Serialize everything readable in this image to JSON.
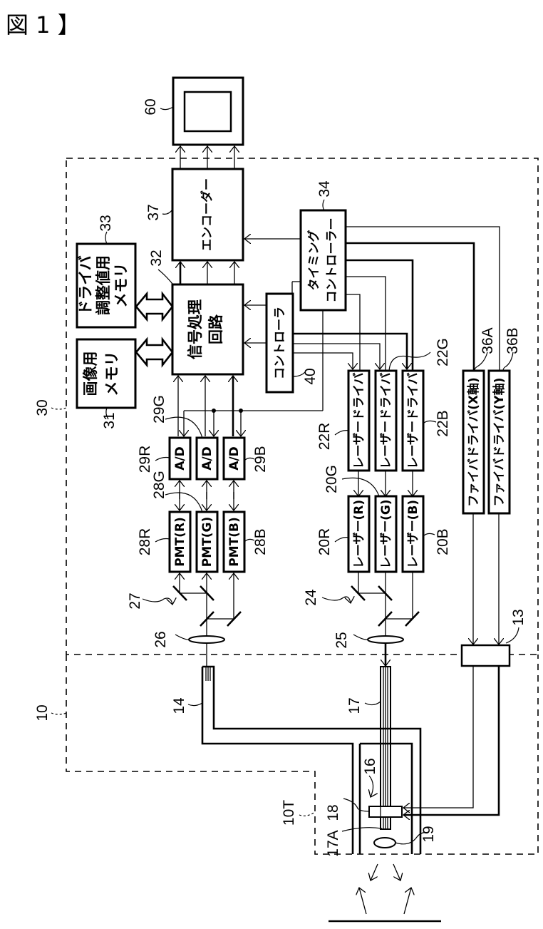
{
  "figure": {
    "title": "図 1 】"
  },
  "refs": {
    "r60": "60",
    "r37": "37",
    "r34": "34",
    "r33": "33",
    "r32": "32",
    "r31": "31",
    "r40": "40",
    "r30": "30",
    "r10": "10",
    "r10T": "10T",
    "r29G": "29G",
    "r29R": "29R",
    "r29B": "29B",
    "r28G": "28G",
    "r28R": "28R",
    "r28B": "28B",
    "r22R": "22R",
    "r22G": "22G",
    "r22B": "22B",
    "r20G": "20G",
    "r20R": "20R",
    "r20B": "20B",
    "r36A": "36A",
    "r36B": "36B",
    "r27": "27",
    "r26": "26",
    "r24": "24",
    "r25": "25",
    "r14": "14",
    "r17": "17",
    "r13": "13",
    "r16": "16",
    "r17A": "17A",
    "r18": "18",
    "r19": "19"
  },
  "blocks": {
    "encoder": "エンコーダー",
    "timing_controller_1": "タイミング",
    "timing_controller_2": "コントローラー",
    "driver_memory_1": "ドライバ",
    "driver_memory_2": "調整値用",
    "driver_memory_3": "メモリ",
    "image_memory_1": "画像用",
    "image_memory_2": "メモリ",
    "signal_processing_1": "信号処理",
    "signal_processing_2": "回路",
    "controller": "コントローラ",
    "ad": [
      "A/D",
      "A/D",
      "A/D"
    ],
    "pmt": [
      "PMT(R)",
      "PMT(G)",
      "PMT(B)"
    ],
    "laser_driver": [
      "レーザードライバ",
      "レーザードライバ",
      "レーザードライバ"
    ],
    "laser": [
      "レーザー(R)",
      "レーザー(G)",
      "レーザー(B)"
    ],
    "fiber_driver": [
      "ファイバドライバ(X軸)",
      "ファイバドライバ(Y軸)"
    ]
  }
}
